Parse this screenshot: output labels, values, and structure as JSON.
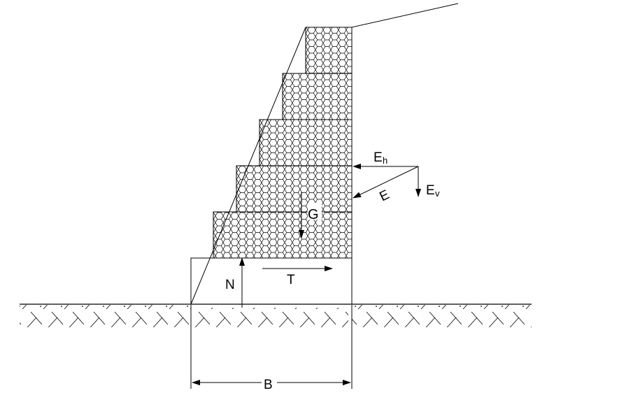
{
  "labels": {
    "eh_main": "E",
    "eh_sub": "h",
    "ev_main": "E",
    "ev_sub": "v",
    "e": "E",
    "g": "G",
    "n": "N",
    "t": "T",
    "b": "B"
  },
  "colors": {
    "ink": "#000000",
    "background": "#ffffff"
  }
}
